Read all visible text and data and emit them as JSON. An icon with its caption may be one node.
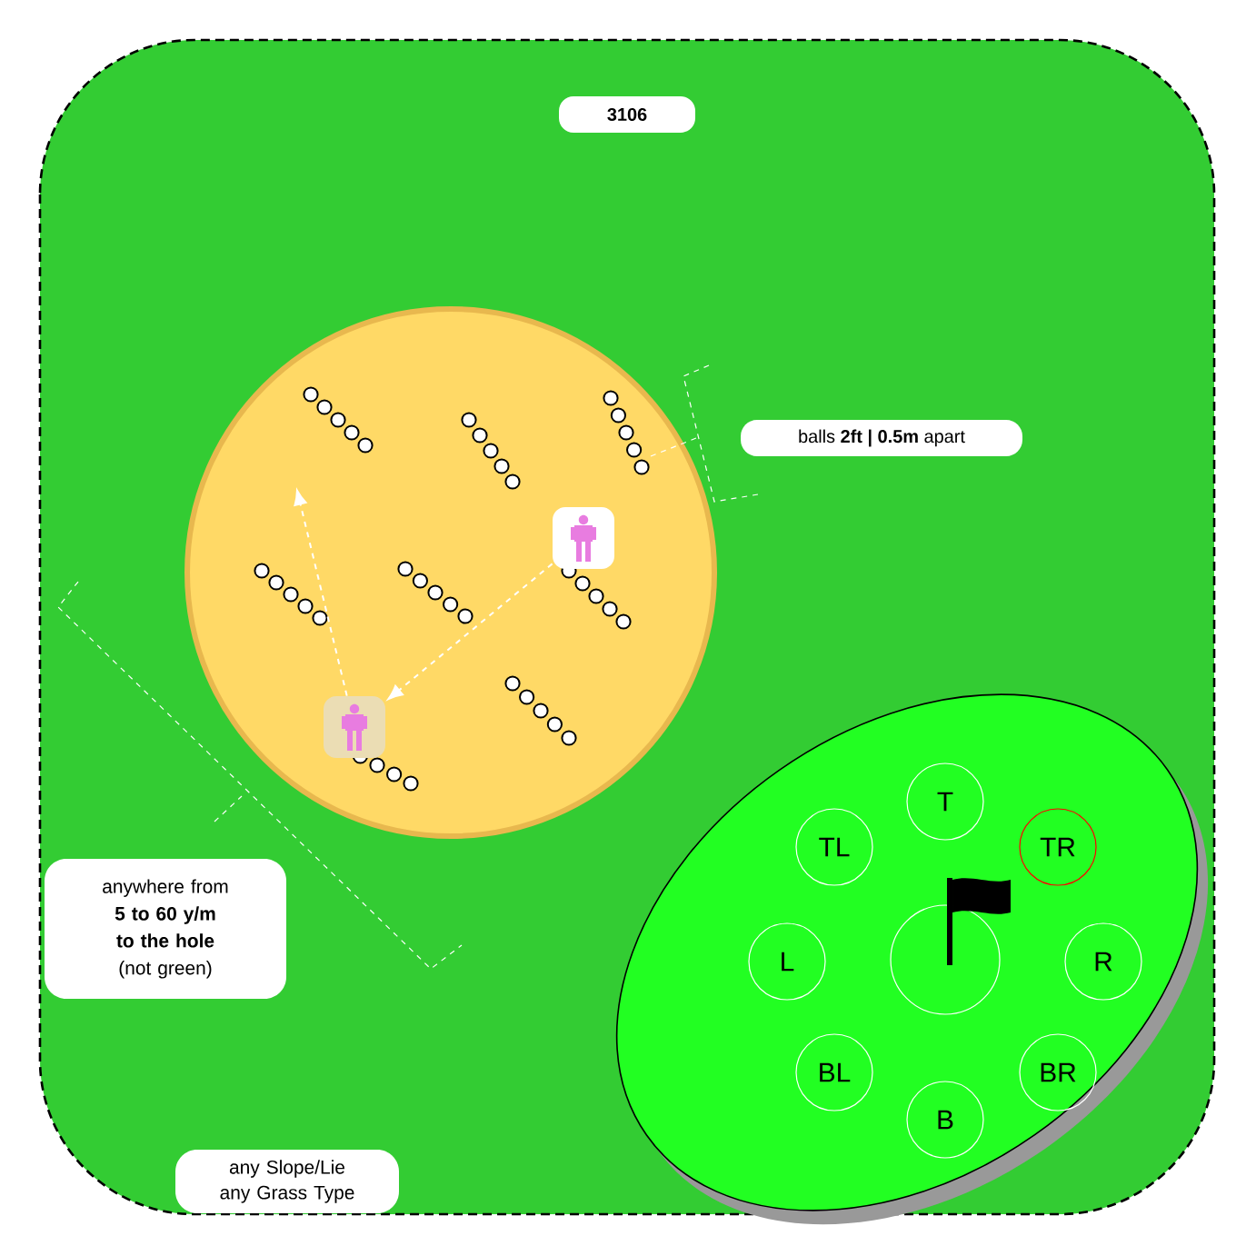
{
  "diagram": {
    "nodes": [
      {
        "text": [
          "3106"
        ]
      },
      {
        "text": [],
        "shape": "circle"
      },
      {
        "text": [],
        "shape": "person",
        "in": 1
      },
      {
        "text": [],
        "shape": "person",
        "in": 1
      },
      {
        "text": [
          "balls **2ft | 0.5m** apart"
        ]
      },
      {
        "text": [
          "anywhere from **5 to 60 y/m to the hole** (not green)"
        ]
      },
      {
        "text": [
          "any Slope/Lie any Grass Type"
        ]
      },
      {
        "text": [],
        "shape": "ellipse"
      },
      {
        "text": [
          "T"
        ],
        "in": 7
      },
      {
        "text": [
          "TL"
        ],
        "in": 7
      },
      {
        "text": [
          "TR"
        ],
        "in": 7
      },
      {
        "text": [
          "L"
        ],
        "in": 7
      },
      {
        "text": [],
        "shape": "circle",
        "in": 7
      },
      {
        "text": [
          "R"
        ],
        "in": 7
      },
      {
        "text": [
          "BL"
        ],
        "in": 7
      },
      {
        "text": [
          "BR"
        ],
        "in": 7
      },
      {
        "text": [
          "B"
        ],
        "in": 7
      }
    ],
    "edges": [
      {
        "from": 2,
        "to": 3,
        "arrow": "to",
        "style": "dashed"
      },
      {
        "from": 3,
        "to": null,
        "arrow": "to",
        "style": "dashed"
      }
    ]
  }
}
